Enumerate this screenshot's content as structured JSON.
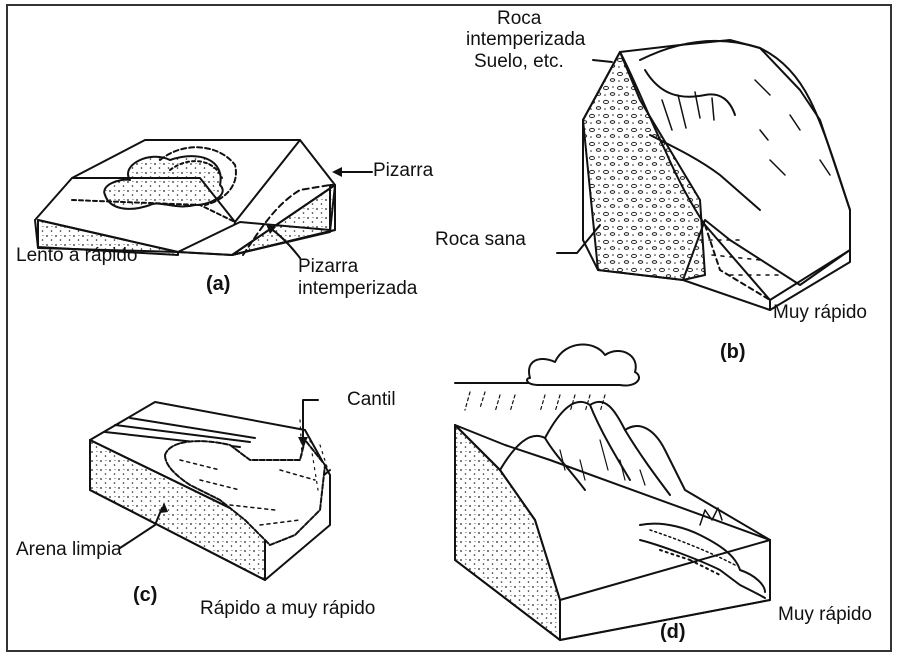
{
  "panel_a": {
    "caption": "(a)",
    "labels": {
      "rock_top": "Pizarra",
      "rock_weathered_1": "Pizarra",
      "rock_weathered_2": "intemperizada",
      "speed": "Lento a rápido"
    }
  },
  "panel_b": {
    "caption": "(b)",
    "labels": {
      "top_1": "Roca",
      "top_2": "intemperizada",
      "top_3": "Suelo, etc.",
      "bedrock": "Roca sana",
      "speed": "Muy rápido"
    }
  },
  "panel_c": {
    "caption": "(c)",
    "labels": {
      "cliff": "Cantil",
      "sand": "Arena limpia",
      "speed": "Rápido a muy rápido"
    }
  },
  "panel_d": {
    "caption": "(d)",
    "labels": {
      "speed": "Muy rápido"
    }
  }
}
